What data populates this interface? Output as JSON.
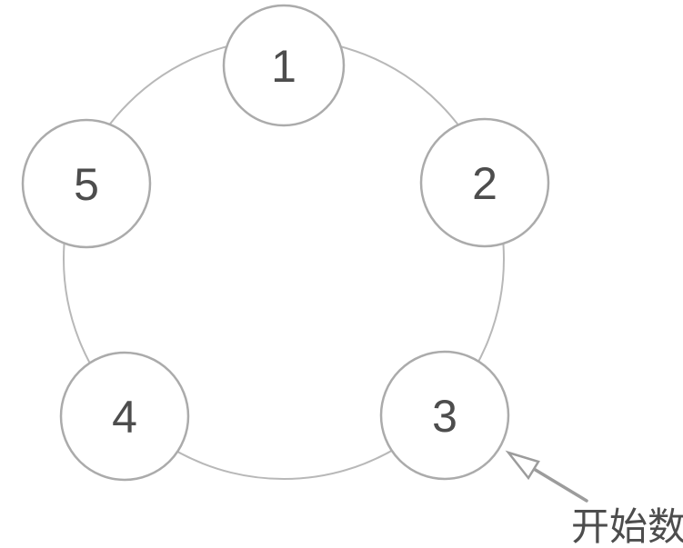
{
  "diagram": {
    "nodes": [
      {
        "label": "1"
      },
      {
        "label": "2"
      },
      {
        "label": "3"
      },
      {
        "label": "4"
      },
      {
        "label": "5"
      }
    ],
    "annotation": {
      "label": "开始数",
      "points_to_node": "3"
    },
    "colors": {
      "background": "#ffffff",
      "ring_stroke": "#b8b8b8",
      "node_stroke": "#ababab",
      "label_text": "#4d4d4d",
      "arrow": "#9c9c9c"
    }
  }
}
